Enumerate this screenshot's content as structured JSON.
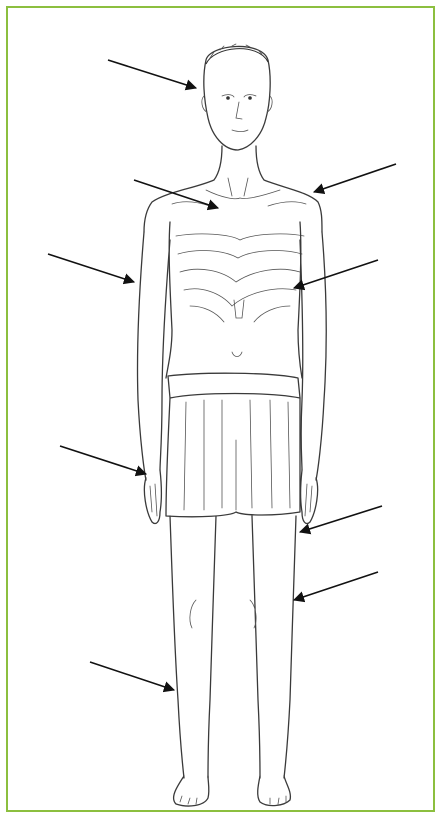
{
  "figure": {
    "subject": "emaciated-person-illustration",
    "frame_color": "#8cbf3f",
    "ink_color": "#3a3a3a",
    "arrow_color": "#111111"
  },
  "pointer_arrows": [
    {
      "id": "head",
      "side": "left"
    },
    {
      "id": "neck-collarbone",
      "side": "left"
    },
    {
      "id": "right-shoulder",
      "side": "right"
    },
    {
      "id": "left-upper-arm",
      "side": "left"
    },
    {
      "id": "ribs",
      "side": "right"
    },
    {
      "id": "left-wrist",
      "side": "left"
    },
    {
      "id": "right-thigh",
      "side": "right"
    },
    {
      "id": "right-knee",
      "side": "right"
    },
    {
      "id": "left-shin",
      "side": "left"
    }
  ]
}
